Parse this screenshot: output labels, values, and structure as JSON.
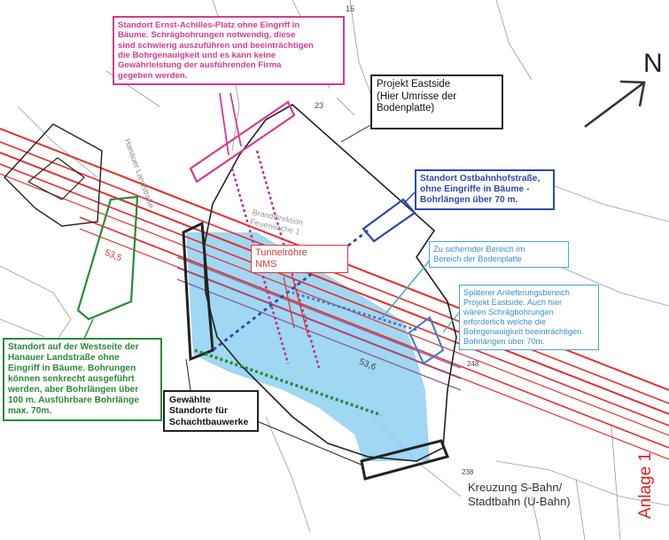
{
  "map": {
    "north_symbol": "N",
    "sheet_label": "Anlage 1",
    "colors": {
      "tunnel_red": "#e03030",
      "light_blue_area": "#8fd0f0",
      "magenta": "#d63a8f",
      "green": "#2a8a3a",
      "navy": "#2f4aa6",
      "outline": "#222222"
    }
  },
  "callouts": {
    "ernst_achilles": {
      "lines": [
        "Standort Ernst-Achilles-Platz ohne Eingriff in",
        "Bäume. Schrägbohrungen notwendig, diese",
        "sind schwierig auszuführen und beeinträchtigen",
        "die Bohrgenauigkeit und es kann keine",
        "Gewährleistung der ausführenden Firma",
        "gegeben werden."
      ]
    },
    "eastside": {
      "lines": [
        "Projekt Eastside",
        "(Hier Umrisse der",
        "Bodenplatte)"
      ]
    },
    "ostbahnhof": {
      "lines": [
        "Standort Ostbahnhofstraße,",
        "ohne Eingriffe in Bäume -",
        "Bohrlängen über 70 m."
      ]
    },
    "zu_sichernder": {
      "lines": [
        "Zu sichernder Bereich im",
        "Bereich der Bodenplatte"
      ]
    },
    "anlieferung": {
      "lines": [
        "Späterer Anlieferungsbereich",
        "Projekt Eastside. Auch hier",
        "wären Schrägbohrungen",
        "erforderlich welche die",
        "Bohrgenauigkeit beeinträchtigen.",
        "Bohrlängen über 70m."
      ]
    },
    "tunnel": {
      "lines": [
        "Tunnelröhre",
        "NMS"
      ]
    },
    "westseite": {
      "lines": [
        "Standort auf der Westseite der",
        "Hanauer Landstraße ohne",
        "Eingriff in Bäume. Bohrungen",
        "können senkrecht ausgeführt",
        "werden, aber Bohrlängen über",
        "100 m. Ausführbare Bohrlänge",
        "max. 70m."
      ]
    },
    "gewaehlte": {
      "lines": [
        "Gewählte",
        "Standorte für",
        "Schachtbauwerke"
      ]
    }
  },
  "base_labels": {
    "kreuzung": [
      "Kreuzung S-Bahn/",
      "Stadtbahn (U-Bahn)"
    ],
    "feuerwache": [
      "Branddirektion",
      "Feuerwache 1"
    ],
    "hanauer": "Hanauer Landstraße",
    "km_535": "53,5",
    "km_536": "53,6",
    "plot_23": "23",
    "plot_15": "15",
    "plot_238": "238",
    "plot_248": "248"
  }
}
